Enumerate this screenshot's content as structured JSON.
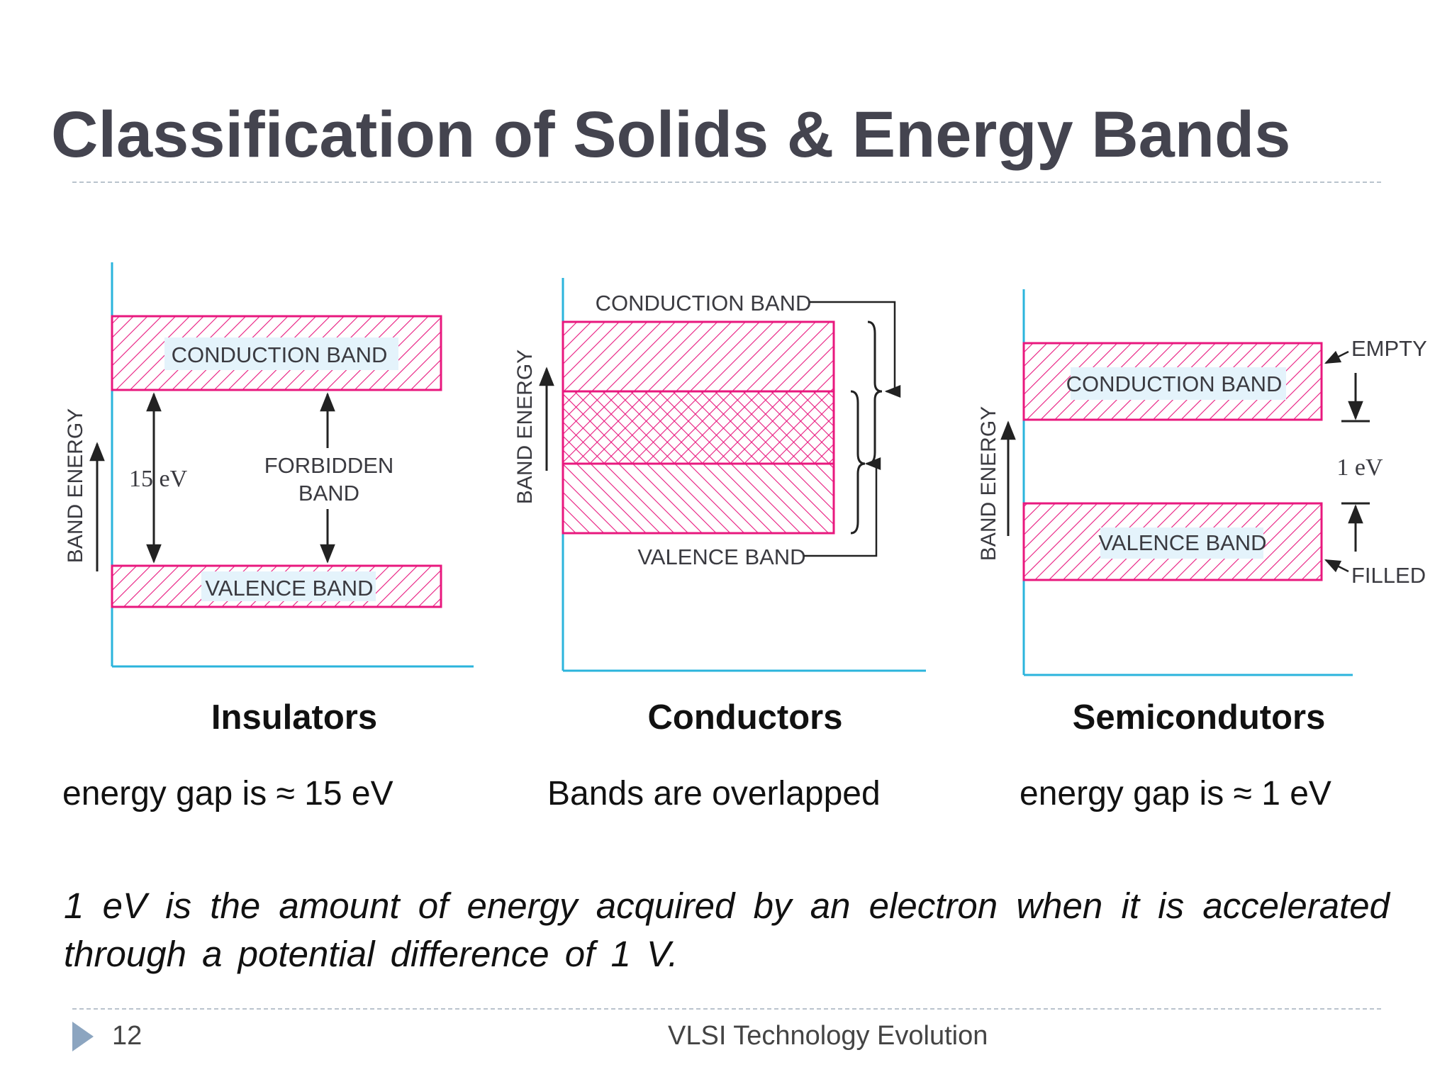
{
  "slide": {
    "title": "Classification of Solids & Energy Bands",
    "page_number": "12",
    "footer_title": "VLSI Technology Evolution"
  },
  "colors": {
    "band_border": "#e8187e",
    "axis": "#2bb4dc",
    "label_bg": "#e4f3fb",
    "title_text": "#44444f",
    "rule": "#b9c3cd",
    "footer_arrow": "#8ca5c0"
  },
  "panels": {
    "insulator": {
      "name": "Insulators",
      "description": "energy gap is ≈ 15 eV",
      "axis_label": "BAND ENERGY",
      "conduction_label": "CONDUCTION BAND",
      "valence_label": "VALENCE BAND",
      "gap_label": "15 eV",
      "forbidden_line1": "FORBIDDEN",
      "forbidden_line2": "BAND"
    },
    "conductor": {
      "name": "Conductors",
      "description": "Bands are overlapped",
      "axis_label": "BAND ENERGY",
      "conduction_label": "CONDUCTION BAND",
      "valence_label": "VALENCE BAND"
    },
    "semiconductor": {
      "name": "Semicondutors",
      "description": "energy gap is ≈ 1 eV",
      "axis_label": "BAND ENERGY",
      "conduction_label": "CONDUCTION BAND",
      "valence_label": "VALENCE BAND",
      "gap_label": "1 eV",
      "empty_label": "EMPTY",
      "filled_label": "FILLED"
    }
  },
  "definition": "1 eV is the amount of energy acquired by an electron when it is accelerated through a potential difference of 1 V."
}
